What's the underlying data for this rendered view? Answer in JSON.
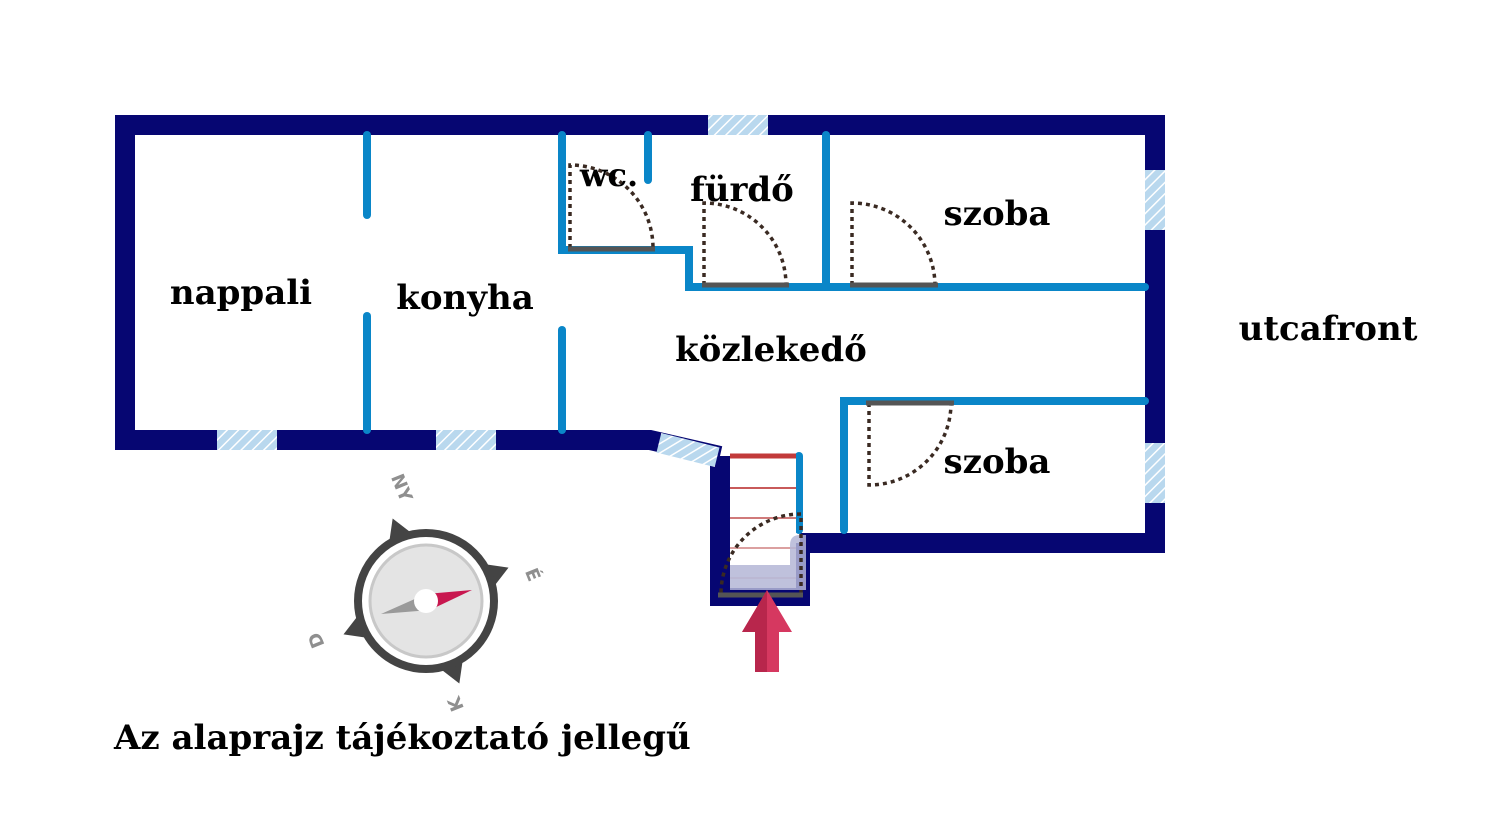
{
  "rooms": {
    "nappali": "nappali",
    "konyha": "konyha",
    "wc": "wc.",
    "furdo": "fürdő",
    "szoba_top": "szoba",
    "kozlekedo": "közlekedő",
    "szoba_bottom": "szoba"
  },
  "street_label": "utcafront",
  "disclaimer": "Az alaprajz tájékoztató jellegű",
  "compass": {
    "north": "NY",
    "east": "É",
    "west": "D",
    "south": "K"
  },
  "colors": {
    "outer_wall": "#060672",
    "inner_wall": "#0a86c8",
    "window": "#9cc6e6",
    "entrance_arrow": "#d63860",
    "compass_needle": "#c8174f"
  }
}
